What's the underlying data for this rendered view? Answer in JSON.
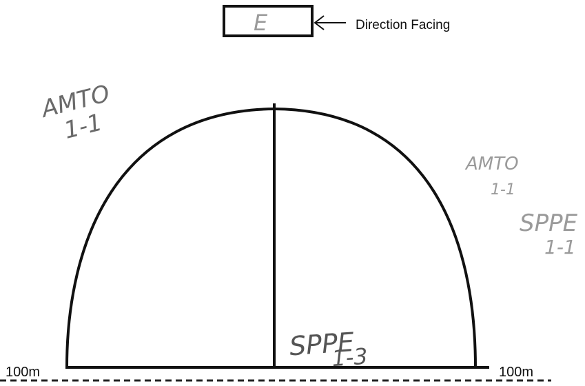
{
  "direction_box": {
    "value": "E",
    "label": "Direction Facing"
  },
  "range_labels": {
    "left": "100m",
    "right": "100m"
  },
  "annotations": {
    "upper_left": {
      "title": "AMTO",
      "value": "1-1"
    },
    "right_upper": {
      "title": "AMTO",
      "value": "1-1"
    },
    "right_lower": {
      "title": "SPPE",
      "value": "1-1"
    },
    "bottom_center": {
      "title": "SPPE",
      "value": "1-3"
    }
  }
}
